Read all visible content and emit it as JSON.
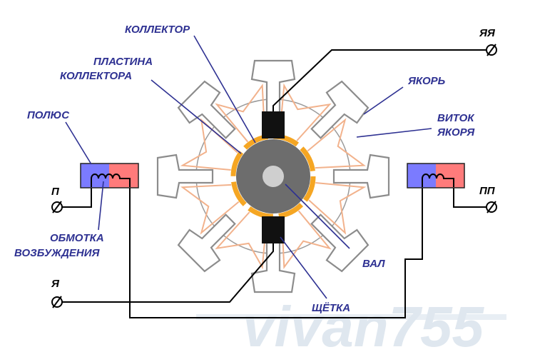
{
  "labels": {
    "collector": "КОЛЛЕКТОР",
    "plate_line1": "ПЛАСТИНА",
    "plate_line2": "КОЛЛЕКТОРА",
    "pole": "ПОЛЮС",
    "anchor": "ЯКОРЬ",
    "turn_line1": "ВИТОК",
    "turn_line2": "ЯКОРЯ",
    "excitation_line1": "ОБМОТКА",
    "excitation_line2": "ВОЗБУЖДЕНИЯ",
    "shaft": "ВАЛ",
    "brush": "ЩЁТКА"
  },
  "terminals": {
    "yaya": "ЯЯ",
    "p": "П",
    "pp": "ПП",
    "ya": "Я"
  },
  "watermark": "vivan755",
  "colors": {
    "label": "#2e3192",
    "pole_blue": "#7b7bff",
    "pole_red": "#ff7b7b",
    "commutator": "#6d6d6d",
    "commutator_plate": "#f5a623",
    "shaft": "#cfcfcf",
    "winding": "#f2b28c",
    "tooth_outline": "#8c8c8c"
  }
}
